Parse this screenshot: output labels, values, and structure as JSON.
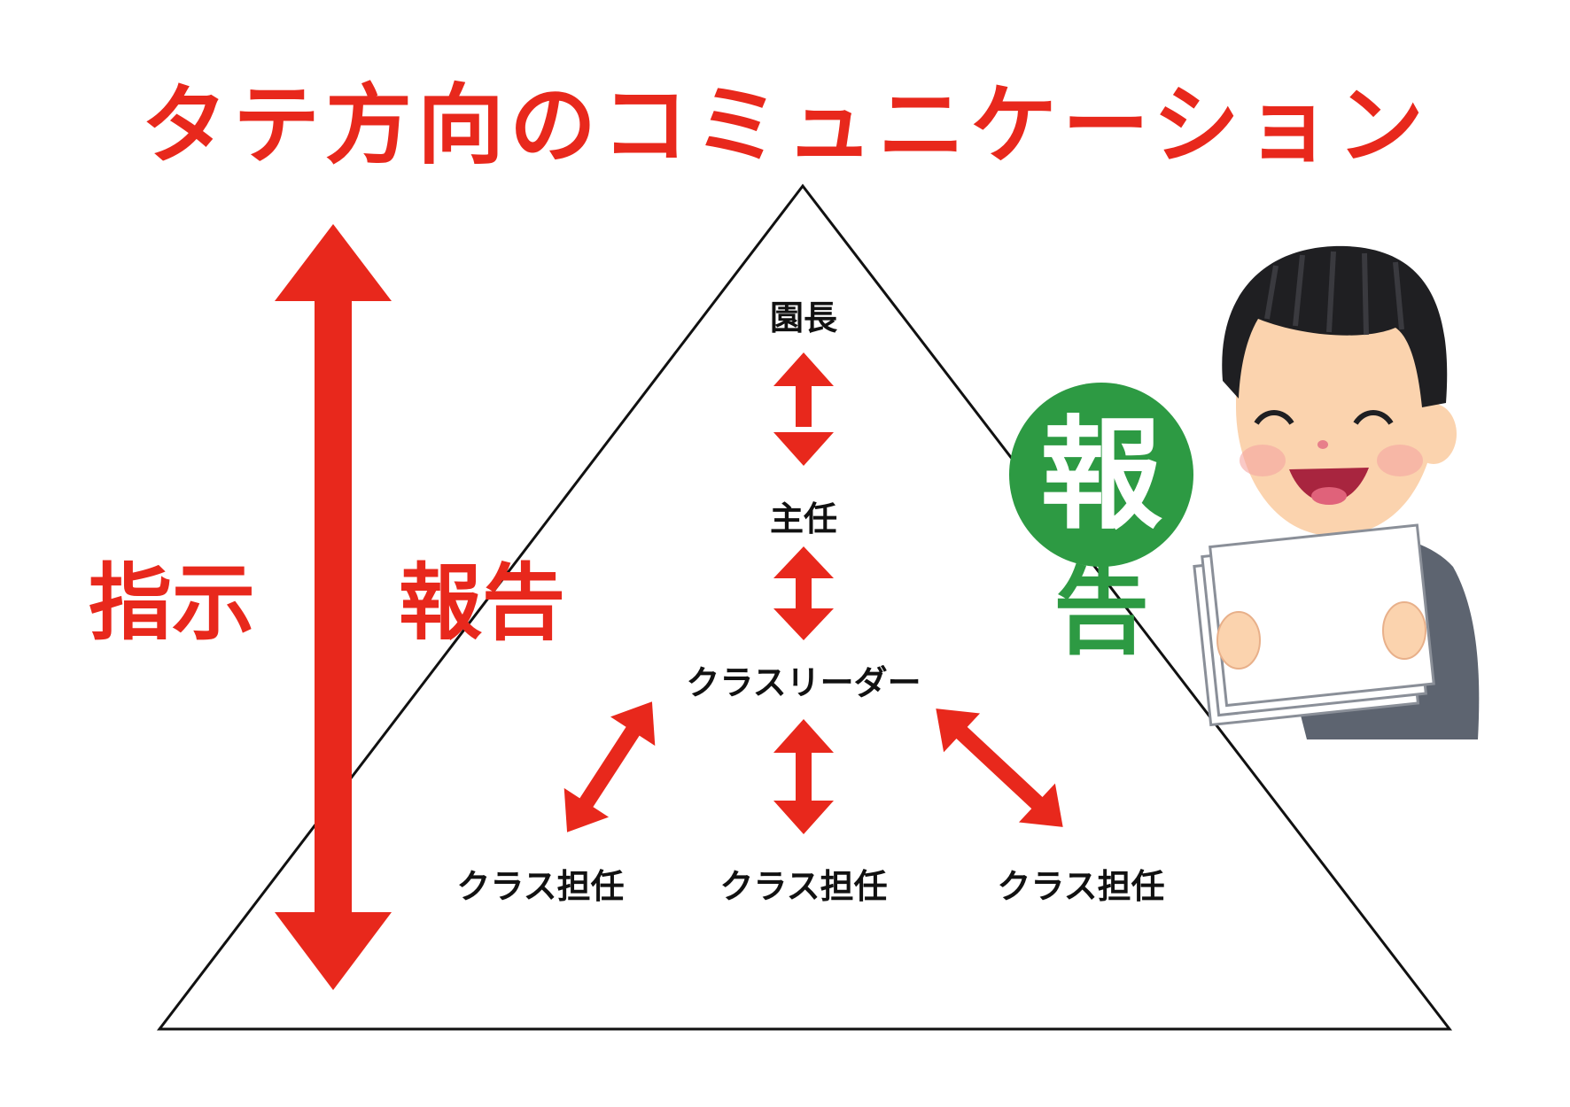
{
  "title": "タテ方向のコミュニケーション",
  "side_labels": {
    "instruction": "指示",
    "report": "報告"
  },
  "hierarchy": {
    "top": "園長",
    "second": "主任",
    "third": "クラスリーダー",
    "bottom": [
      "クラス担任",
      "クラス担任",
      "クラス担任"
    ]
  },
  "stamp": {
    "circle_char": "報",
    "below_char": "告"
  },
  "colors": {
    "accent_red": "#e8281c",
    "stamp_green": "#2d9a43",
    "suit_gray": "#5d6470",
    "skin": "#fbd3ae"
  },
  "icons": {
    "vertical_arrow": "double-arrow-vertical-icon",
    "person": "businessman-reading-report-illustration"
  }
}
